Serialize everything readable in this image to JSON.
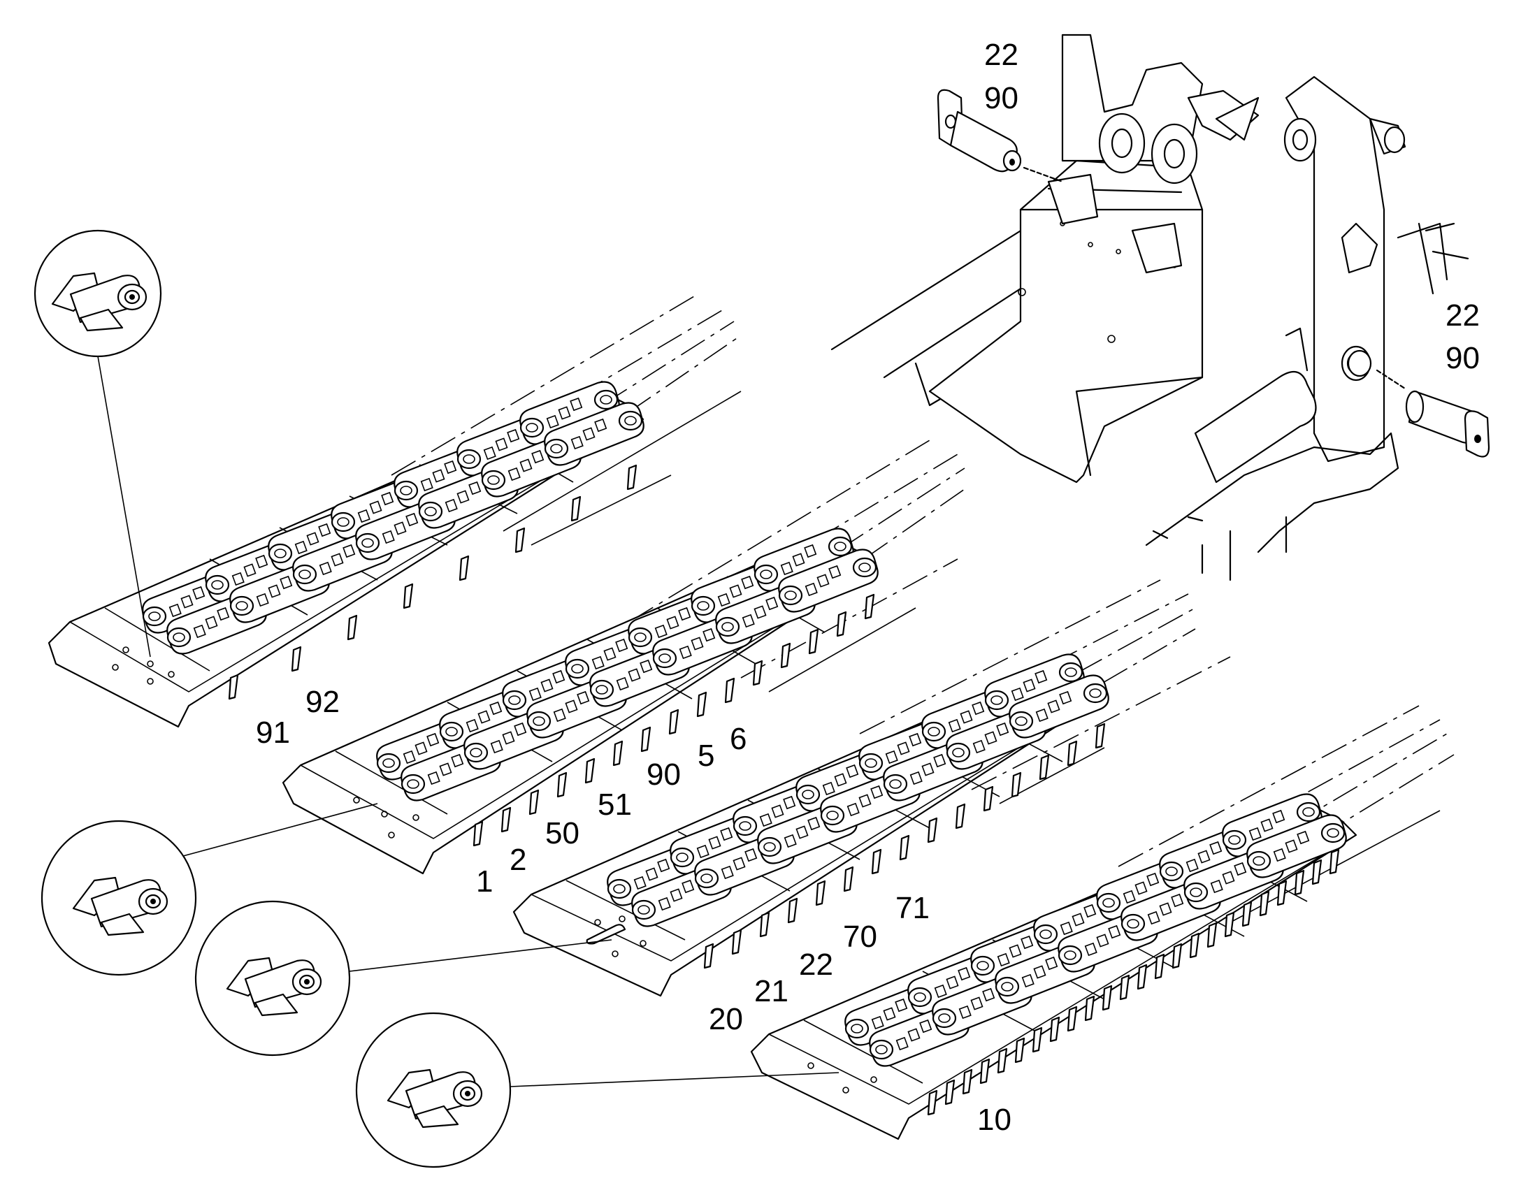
{
  "callouts": [
    {
      "id": "c22a",
      "text": "22"
    },
    {
      "id": "c90a",
      "text": "90"
    },
    {
      "id": "c22b",
      "text": "22"
    },
    {
      "id": "c90b",
      "text": "90"
    },
    {
      "id": "c92",
      "text": "92"
    },
    {
      "id": "c91",
      "text": "91"
    },
    {
      "id": "c6",
      "text": "6"
    },
    {
      "id": "c5",
      "text": "5"
    },
    {
      "id": "c90c",
      "text": "90"
    },
    {
      "id": "c51",
      "text": "51"
    },
    {
      "id": "c50",
      "text": "50"
    },
    {
      "id": "c2",
      "text": "2"
    },
    {
      "id": "c1",
      "text": "1"
    },
    {
      "id": "c71",
      "text": "71"
    },
    {
      "id": "c70",
      "text": "70"
    },
    {
      "id": "c22c",
      "text": "22"
    },
    {
      "id": "c21",
      "text": "21"
    },
    {
      "id": "c20",
      "text": "20"
    },
    {
      "id": "c10",
      "text": "10"
    }
  ],
  "icons": {
    "detail_circle": "bolt-detail-icon",
    "pin": "hitch-pin-icon",
    "chain": "chain-conveyor-icon",
    "frame": "machine-frame-icon"
  },
  "colors": {
    "line": "#000000",
    "background": "#ffffff"
  }
}
